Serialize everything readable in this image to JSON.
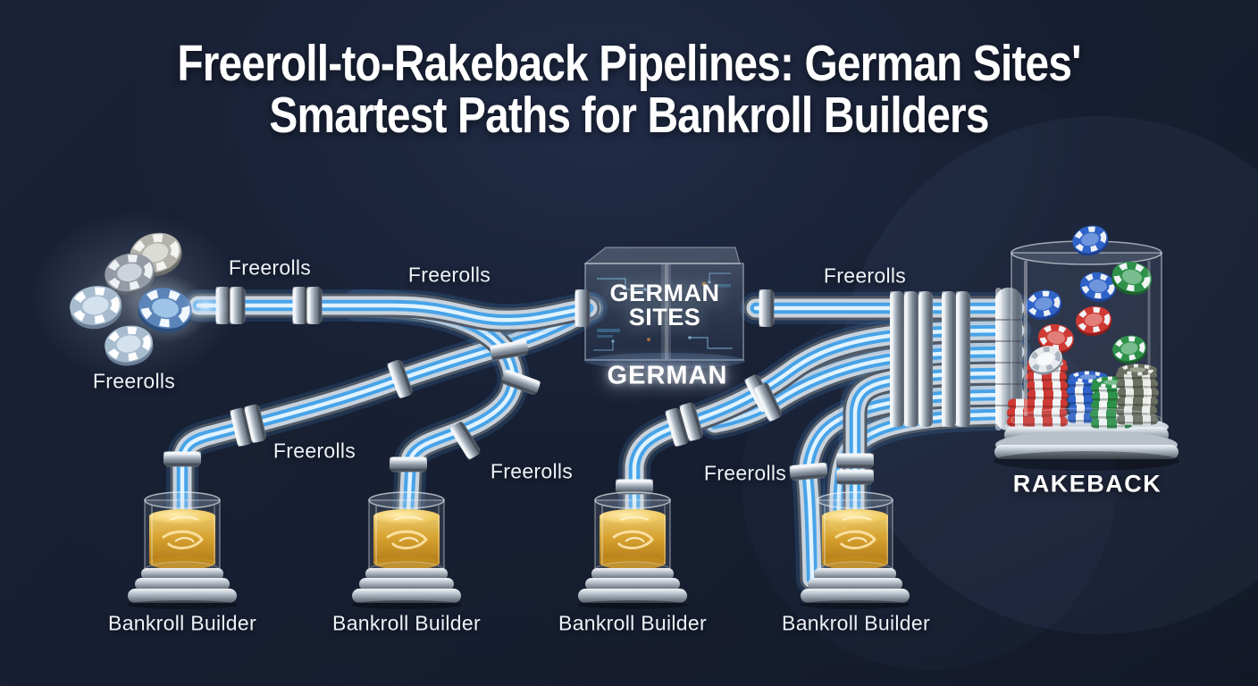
{
  "title": {
    "line1": "Freeroll-to-Rakeback Pipelines: German Sites'",
    "line2": "Smartest Paths for Bankroll Builders"
  },
  "labels": {
    "freerolls": "Freerolls",
    "freerolls_count": 7
  },
  "hub": {
    "box_line1": "GERMAN",
    "box_line2": "SITES",
    "caption": "GERMAN"
  },
  "sink": {
    "label": "RAKEBACK"
  },
  "builders": {
    "label": "Bankroll Builder",
    "count": 4
  },
  "colors": {
    "background": "#161d2f",
    "pipe_core_blue": "#47a3e8",
    "pipe_metal": "#c9d3dd",
    "coupling_metal": "#a7b1bc",
    "gold_liquid": "#e0a92f",
    "chip_red": "#cf3a34",
    "chip_blue": "#2f63c9",
    "chip_green": "#2e9149",
    "chip_dark": "#6b7062",
    "text": "#ffffff"
  }
}
